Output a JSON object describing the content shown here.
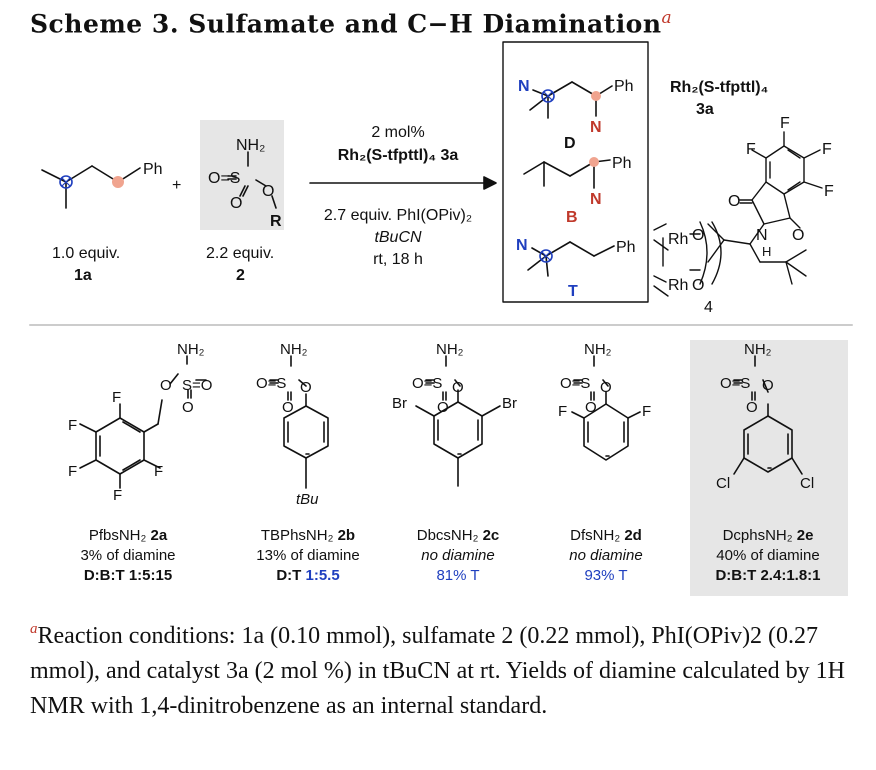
{
  "scheme": {
    "title": "Scheme 3. Sulfamate and C−H Diamination",
    "footnote_mark": "a"
  },
  "reaction": {
    "substrate": {
      "equiv": "1.0 equiv.",
      "id": "1a",
      "ph": "Ph"
    },
    "plus": "+",
    "sulfamate": {
      "equiv": "2.2 equiv.",
      "id": "2",
      "nh2": "NH₂",
      "r": "R"
    },
    "conditions": {
      "cat_loading": "2 mol%",
      "catalyst": "Rh₂(S-tfpttl)₄ 3a",
      "oxidant": "2.7 equiv. PhI(OPiv)₂",
      "solvent": "tBuCN",
      "temp_time": "rt, 18 h"
    },
    "products": [
      {
        "label": "D",
        "color": "#111111"
      },
      {
        "label": "B",
        "color": "#c0392b"
      },
      {
        "label": "T",
        "color": "#1f3fbf"
      }
    ],
    "catalyst_structure": {
      "name": "Rh₂(S-tfpttl)₄",
      "id": "3a",
      "subscript": "4"
    }
  },
  "colors": {
    "blue": "#1f3fbf",
    "red": "#c0392b",
    "panel": "#e6e6e6",
    "highlight_blue": "#1f5ad6",
    "highlight_red": "#f0a48f"
  },
  "sulfamates": [
    {
      "name": "PfbsNH₂",
      "id": "2a",
      "line2": "3% of diamine",
      "line2_italic": false,
      "ratio_label": "D:B:T",
      "ratio": "1:5:15"
    },
    {
      "name": "TBPhsNH₂",
      "id": "2b",
      "line2": "13% of diamine",
      "line2_italic": false,
      "ratio_label": "D:T",
      "ratio": "1:5.5"
    },
    {
      "name": "DbcsNH₂",
      "id": "2c",
      "line2": "no diamine",
      "line2_italic": true,
      "ratio_label": "",
      "ratio": "81% T"
    },
    {
      "name": "DfsNH₂",
      "id": "2d",
      "line2": "no diamine",
      "line2_italic": true,
      "ratio_label": "",
      "ratio": "93% T"
    },
    {
      "name": "DcphsNH₂",
      "id": "2e",
      "line2": "40% of diamine",
      "line2_italic": false,
      "ratio_label": "D:B:T",
      "ratio": "2.4:1.8:1"
    }
  ],
  "footnote": {
    "mark": "a",
    "text": "Reaction conditions: 1a (0.10 mmol), sulfamate 2 (0.22 mmol), PhI(OPiv)2 (0.27 mmol), and catalyst 3a (2 mol %) in tBuCN at rt. Yields of diamine calculated by 1H NMR with 1,4-dinitrobenzene as an internal standard."
  }
}
